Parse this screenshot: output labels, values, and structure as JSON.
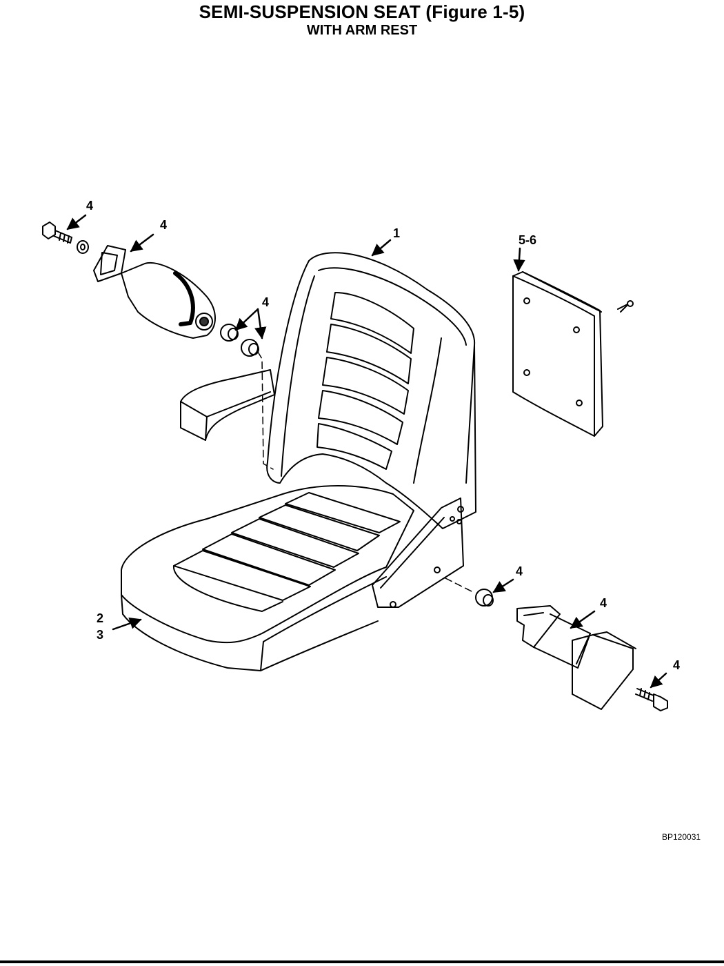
{
  "header": {
    "title": "SEMI-SUSPENSION SEAT (Figure 1-5)",
    "subtitle": "WITH ARM REST"
  },
  "callouts": [
    {
      "id": "c1",
      "label": "4"
    },
    {
      "id": "c2",
      "label": "4"
    },
    {
      "id": "c3",
      "label": "1"
    },
    {
      "id": "c4",
      "label": "5-6"
    },
    {
      "id": "c5",
      "label": "4"
    },
    {
      "id": "c6",
      "label": "2"
    },
    {
      "id": "c7",
      "label": "3"
    },
    {
      "id": "c8",
      "label": "4"
    },
    {
      "id": "c9",
      "label": "4"
    },
    {
      "id": "c10",
      "label": "4"
    }
  ],
  "footer": {
    "figure_code": "BP120031"
  },
  "colors": {
    "ink": "#000000",
    "paper": "#ffffff",
    "shade": "#333333"
  }
}
